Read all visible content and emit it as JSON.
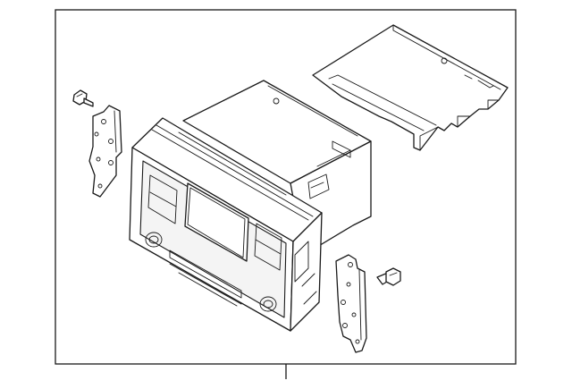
{
  "diagram": {
    "type": "exploded-parts-illustration",
    "components": [
      {
        "name": "radio-head-unit"
      },
      {
        "name": "rear-cover-plate"
      },
      {
        "name": "left-mounting-bracket"
      },
      {
        "name": "right-mounting-bracket"
      },
      {
        "name": "left-screw"
      },
      {
        "name": "right-screw"
      }
    ],
    "callout_leader": true
  },
  "colors": {
    "line": "#1a1a1a",
    "background": "#ffffff",
    "frame": "#1a1a1a"
  }
}
